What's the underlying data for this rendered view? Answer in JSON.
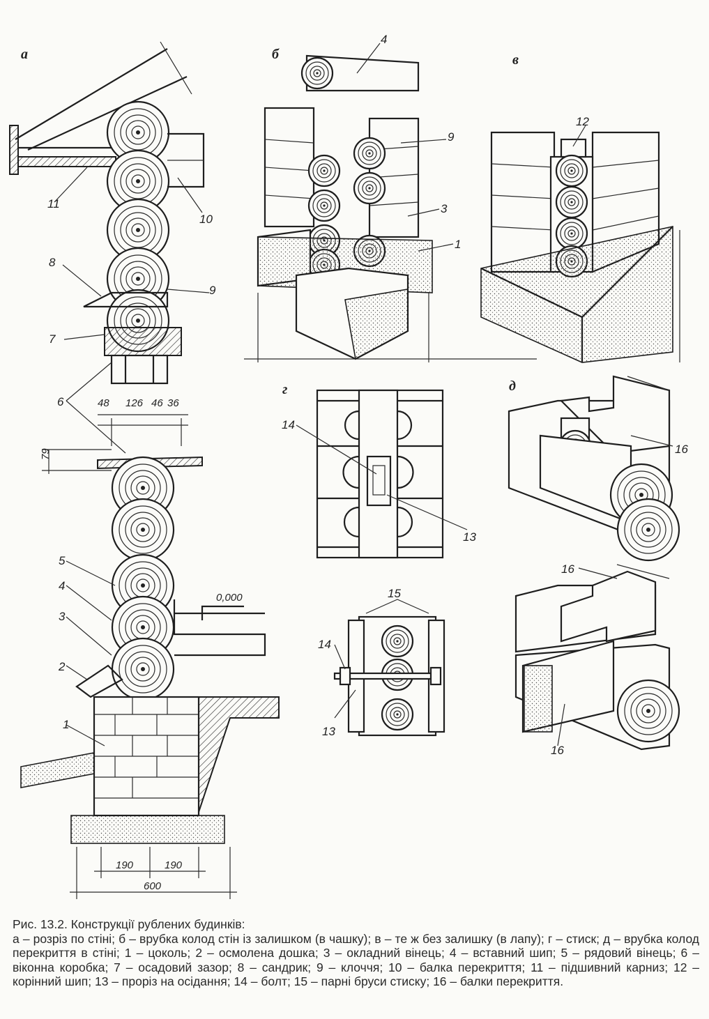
{
  "sections": [
    "а",
    "б",
    "в",
    "г",
    "д"
  ],
  "labels": [
    "1",
    "2",
    "3",
    "4",
    "5",
    "6",
    "7",
    "8",
    "9",
    "10",
    "11",
    "12",
    "13",
    "14",
    "15",
    "16"
  ],
  "dimensions": {
    "d48": "48",
    "d126": "126",
    "d46": "46",
    "d36": "36",
    "d79": "79",
    "d190a": "190",
    "d190b": "190",
    "d600": "600",
    "level": "0,000"
  },
  "caption": {
    "title": "Рис. 13.2. Конструкції рублених будинків:",
    "body": "а – розріз по стіні; б – врубка колод стін із залишком (в чашку); в – те ж  без залишку (в лапу); г – стиск; д – врубка колод перекриття в стіні; 1 – цоколь; 2 – осмолена дошка; 3 – окладний вінець; 4 – вставний шип; 5 – рядовий вінець; 6 – віконна коробка; 7 – осадовий зазор; 8 – сандрик; 9 – клоччя; 10 – балка перекриття; 11 – підшивний карниз; 12 – корінний шип; 13 – проріз на осідання; 14 – болт; 15 – парні бруси стиску; 16 – балки перекриття."
  }
}
